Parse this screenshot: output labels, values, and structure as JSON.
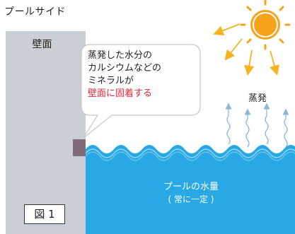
{
  "title": "プールサイド",
  "wall_label": "壁面",
  "callout": {
    "line1": "蒸発した水分の",
    "line2": "カルシウムなどの",
    "line3": "ミネラルが",
    "line4_highlight": "壁面に固着する"
  },
  "evaporation_label": "蒸発",
  "water": {
    "label": "プールの水量",
    "sub": "( 常に一定 )"
  },
  "figure_label": "図 1",
  "colors": {
    "wall": "#c9cfd4",
    "water": "#28a9e6",
    "sun": "#f7a21b",
    "sun_rays": "#f5b320",
    "highlight_text": "#e0273a",
    "deposit": "#7f6c78",
    "steam_arrow": "#8ab9d6"
  },
  "icons": {
    "sun": "sun-icon",
    "steam": "upward-wavy-arrow-icon",
    "sunray": "arrow-icon"
  }
}
